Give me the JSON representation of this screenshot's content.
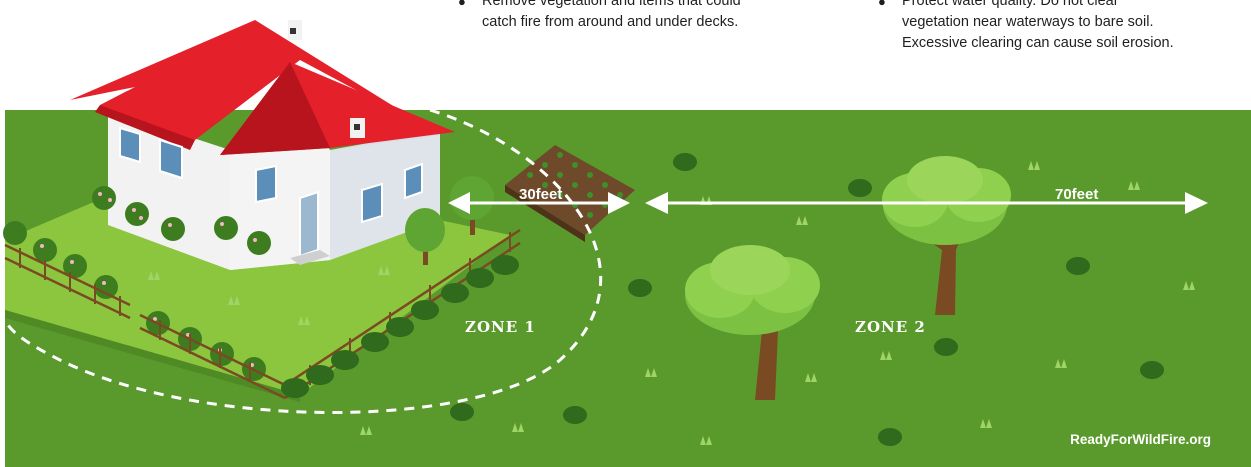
{
  "bullets_left": {
    "line1": "Remove vegetation and items that could",
    "line2": "catch fire from around and under decks."
  },
  "bullets_right": {
    "line1": "Protect water quality. Do not clear",
    "line2": "vegetation near waterways to bare soil.",
    "line3": "Excessive clearing can cause soil erosion."
  },
  "zones": {
    "zone1_label": "ZONE 1",
    "zone2_label": "ZONE 2",
    "zone1_distance": "30feet",
    "zone2_distance": "70feet"
  },
  "credit": "ReadyForWildFire.org",
  "colors": {
    "grass": "#5a9a2c",
    "lawn": "#8cc63f",
    "roof": "#e4202b",
    "walls": "#f2f2f2",
    "tree_canopy": "#7cc142",
    "trunk": "#7a4a22",
    "arrow": "#ffffff"
  }
}
